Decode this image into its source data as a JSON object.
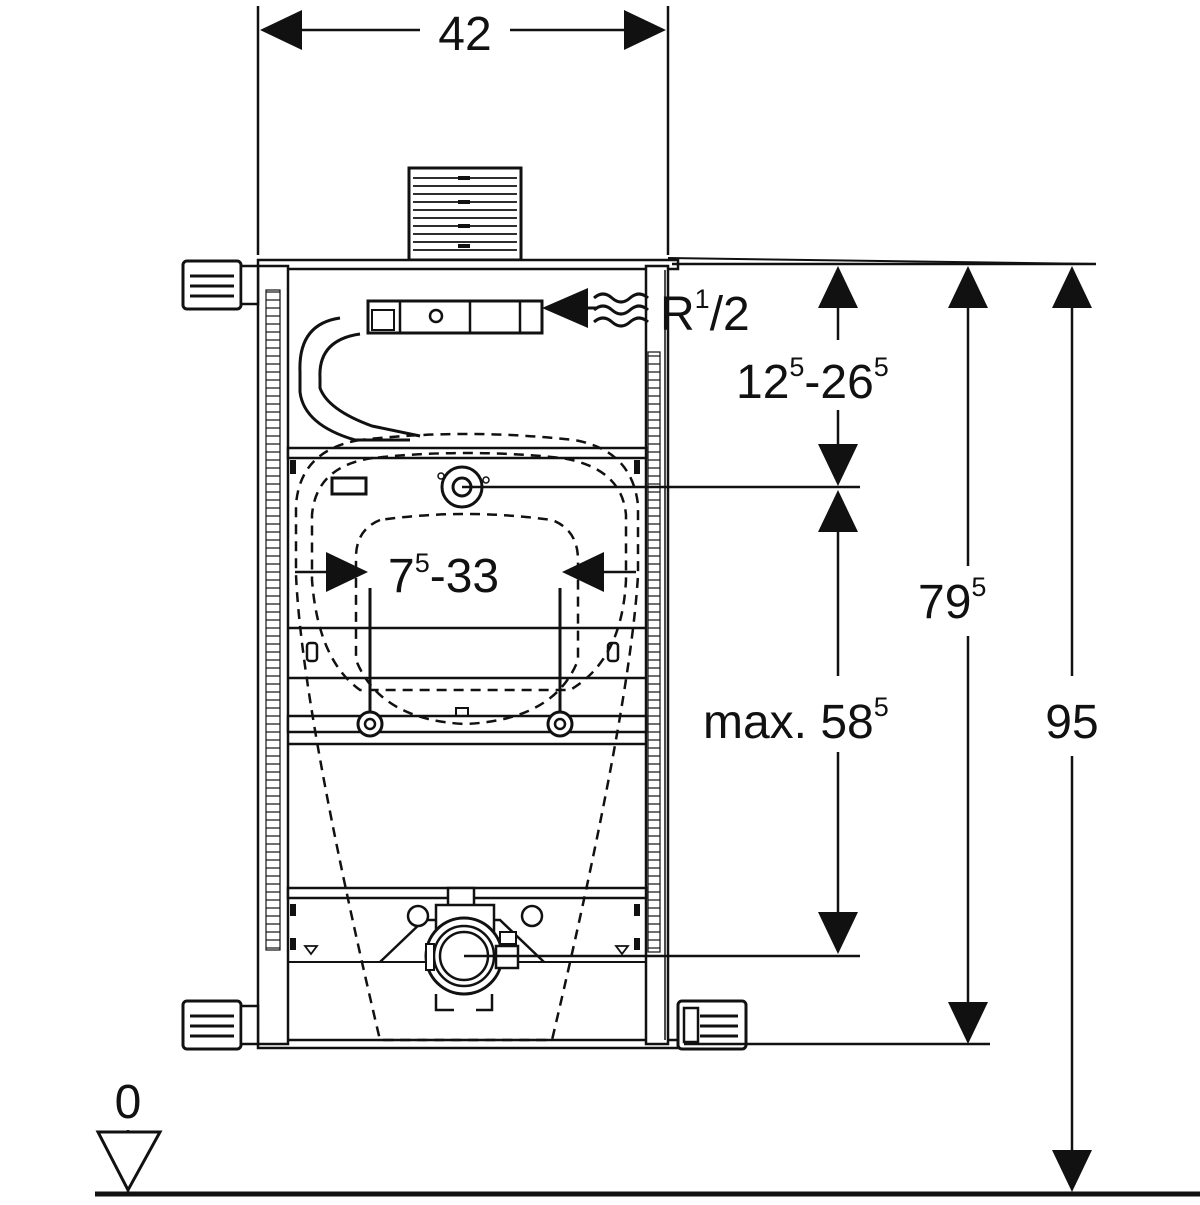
{
  "dimensions": {
    "frame_width": "42",
    "water_connection": {
      "base": "R",
      "sup": "1",
      "frac": "/2"
    },
    "inlet_range": {
      "a": "12",
      "a_sup": "5",
      "sep": "-",
      "b": "26",
      "b_sup": "5"
    },
    "fixing_spacing": {
      "a": "7",
      "a_sup": "5",
      "rest": "-33"
    },
    "drain_height": {
      "prefix": "max. ",
      "value": "58",
      "sup": "5"
    },
    "frame_height": {
      "value": "79",
      "sup": "5"
    },
    "total_height": "95",
    "floor_level": "0"
  },
  "colors": {
    "line": "#111111",
    "background": "#ffffff"
  }
}
